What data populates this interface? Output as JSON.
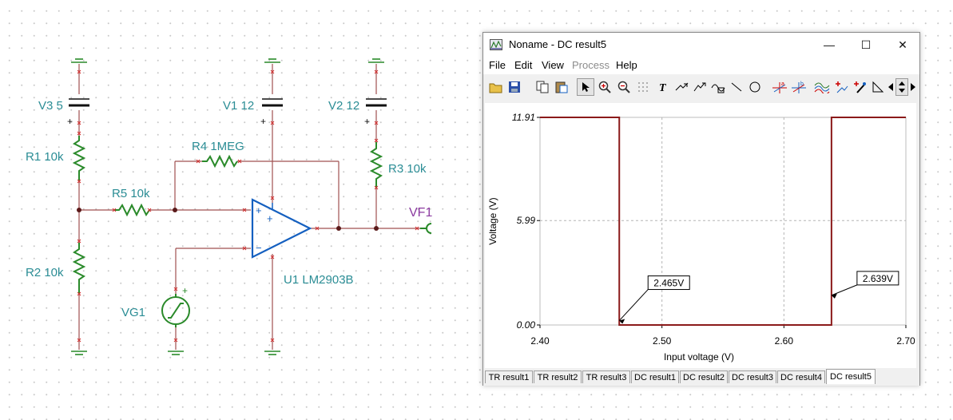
{
  "schematic": {
    "components": {
      "v3": "V3 5",
      "v1": "V1 12",
      "v2": "V2 12",
      "r1": "R1 10k",
      "r2": "R2 10k",
      "r3": "R3 10k",
      "r4": "R4 1MEG",
      "r5": "R5 10k",
      "u1": "U1 LM2903B",
      "vg1": "VG1",
      "vf1": "VF1"
    },
    "colors": {
      "wire": "#a05050",
      "component": "#2a8a2a",
      "opamp": "#1560c0",
      "label": "#2b8d95",
      "node": "#8b3aa0"
    }
  },
  "window": {
    "title": "Noname - DC result5",
    "minimize_icon": "—",
    "maximize_icon": "☐",
    "close_icon": "✕",
    "menu": [
      {
        "label": "File",
        "enabled": true
      },
      {
        "label": "Edit",
        "enabled": true
      },
      {
        "label": "View",
        "enabled": true
      },
      {
        "label": "Process",
        "enabled": false
      },
      {
        "label": "Help",
        "enabled": true
      }
    ],
    "toolbar_icons": [
      "open-icon",
      "save-icon",
      "copy-icon",
      "paste-icon",
      "pointer-icon",
      "zoom-in-icon",
      "zoom-out-icon",
      "grid-icon",
      "text-icon",
      "label-icon",
      "label-arrow-icon",
      "label-box-icon",
      "line-icon",
      "circle-icon",
      "cursor-a-icon",
      "cursor-b-icon",
      "curve-icon",
      "add-marker-icon",
      "probe-icon",
      "slope-icon",
      "scroll-left-icon",
      "scroll-updown-icon",
      "scroll-right-icon"
    ],
    "tabs": [
      "TR result1",
      "TR result2",
      "TR result3",
      "DC result1",
      "DC result2",
      "DC result3",
      "DC result4",
      "DC result5"
    ],
    "active_tab": "DC result5"
  },
  "chart_data": {
    "type": "line",
    "xlabel": "Input voltage (V)",
    "ylabel": "Voltage (V)",
    "xlim": [
      2.4,
      2.7
    ],
    "ylim": [
      0,
      11.91
    ],
    "x_ticks": [
      "2.40",
      "2.50",
      "2.60",
      "2.70"
    ],
    "y_ticks": [
      "0.00",
      "5.99",
      "11.91"
    ],
    "grid": true,
    "series": [
      {
        "color": "#8b1a1a",
        "x": [
          2.4,
          2.465,
          2.465,
          2.639,
          2.639,
          2.7
        ],
        "y": [
          11.91,
          11.91,
          0,
          0,
          11.91,
          11.91
        ]
      }
    ],
    "annotations": [
      {
        "text": "2.465V",
        "x": 2.465,
        "y": 0.25
      },
      {
        "text": "2.639V",
        "x": 2.639,
        "y": 1.7
      }
    ]
  }
}
